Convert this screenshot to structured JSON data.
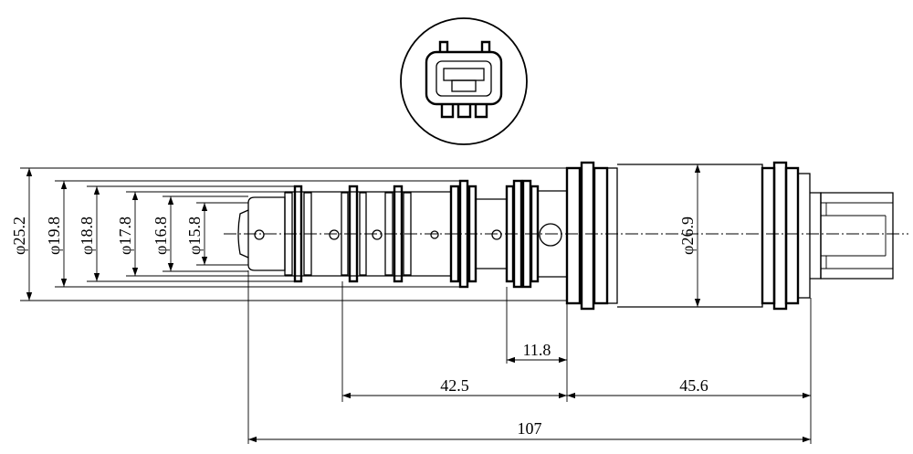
{
  "drawing": {
    "diameters": {
      "d25_2": "φ25.2",
      "d19_8": "φ19.8",
      "d18_8": "φ18.8",
      "d17_8": "φ17.8",
      "d16_8": "φ16.8",
      "d15_8": "φ15.8",
      "d26_9": "φ26.9"
    },
    "lengths": {
      "l11_8": "11.8",
      "l42_5": "42.5",
      "l45_6": "45.6",
      "l107": "107"
    }
  }
}
